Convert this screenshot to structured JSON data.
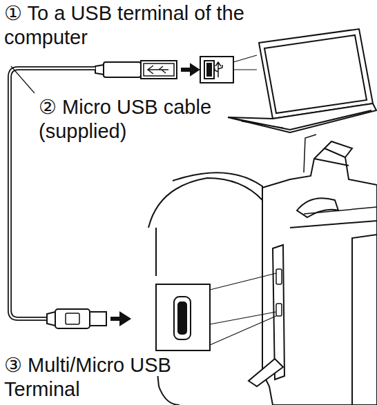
{
  "diagram": {
    "labels": [
      "① To a USB terminal of the computer",
      "② Micro USB cable (supplied)",
      "③ Multi/Micro USB Terminal"
    ]
  }
}
